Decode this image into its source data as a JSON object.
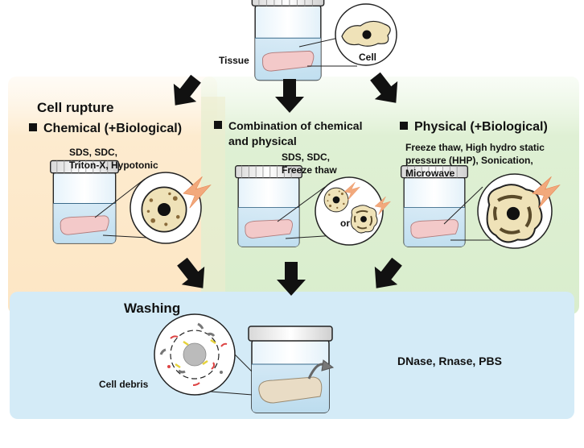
{
  "top": {
    "tissue_label": "Tissue",
    "cell_label": "Cell"
  },
  "rupture": {
    "title": "Cell rupture",
    "chemical": {
      "heading": "Chemical (+Biological)",
      "agents_line1": "SDS, SDC,",
      "agents_line2": "Triton-X, Hypotonic"
    },
    "combination": {
      "heading_line1": "Combination of chemical",
      "heading_line2": "and physical",
      "agents_line1": "SDS, SDC,",
      "agents_line2": "Freeze thaw",
      "or_label": "or"
    },
    "physical": {
      "heading": "Physical (+Biological)",
      "agents_line1": "Freeze thaw, High hydro static",
      "agents_line2": "pressure (HHP), Sonication,",
      "agents_line3": "Microwave"
    }
  },
  "washing": {
    "title": "Washing",
    "reagents": "DNase, Rnase, PBS",
    "debris_label": "Cell debris"
  },
  "colors": {
    "chemical_panel": "#fdebcf",
    "physical_panel": "#dff0d4",
    "washing_panel": "#d4ebf7",
    "tissue": "#f3c9c9",
    "cell": "#efe2b8",
    "lightning": "#f2a97c",
    "arrow": "#111111"
  }
}
